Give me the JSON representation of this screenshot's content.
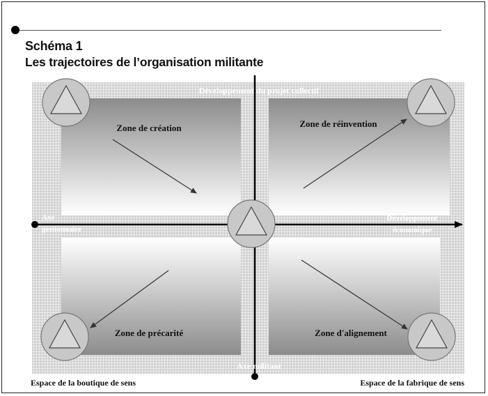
{
  "header": {
    "title": "Schéma 1",
    "subtitle": "Les trajectoires de l’organisation militante"
  },
  "diagram": {
    "axis_top": "Développement du projet collectif",
    "axis_left": [
      "Axe",
      "gestionnaire"
    ],
    "axis_right": [
      "Développement",
      "économique"
    ],
    "axis_bottom": "Axe militant",
    "zones": {
      "top_left": "Zone de création",
      "top_right": "Zone de réinvention",
      "bottom_left": "Zone de précarité",
      "bottom_right": "Zone d'alignement"
    }
  },
  "footer": {
    "left": "Espace de la boutique de sens",
    "right": "Espace de la fabrique de sens"
  },
  "colors": {
    "grid_background": "#d4d4d4",
    "zone_top_dark": "#8a8a8a",
    "zone_light": "#ffffff",
    "axis": "#000000"
  }
}
